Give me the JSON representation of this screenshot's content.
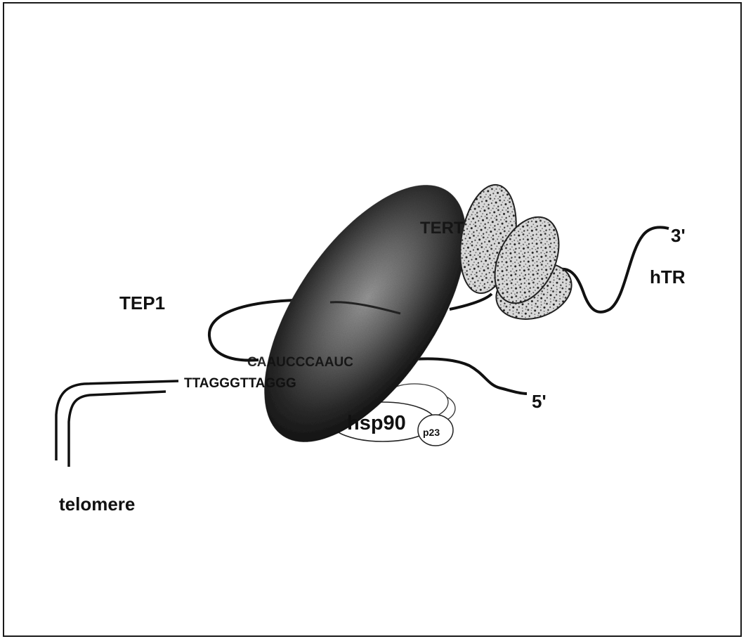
{
  "figure": {
    "labels": {
      "tep1": "TEP1",
      "tert": "TERT",
      "htr": "hTR",
      "three_prime": "3'",
      "five_prime": "5'",
      "hsp90": "hsp90",
      "p23": "p23",
      "telomere": "telomere",
      "template_rna": "CAAUCCCAAUC",
      "telomere_dna": "TTAGGGTTAGGG"
    },
    "colors": {
      "ink": "#111111",
      "background": "#ffffff",
      "tert_body": "#1c1c1c",
      "speckle_fill": "#cfcfcf"
    }
  }
}
